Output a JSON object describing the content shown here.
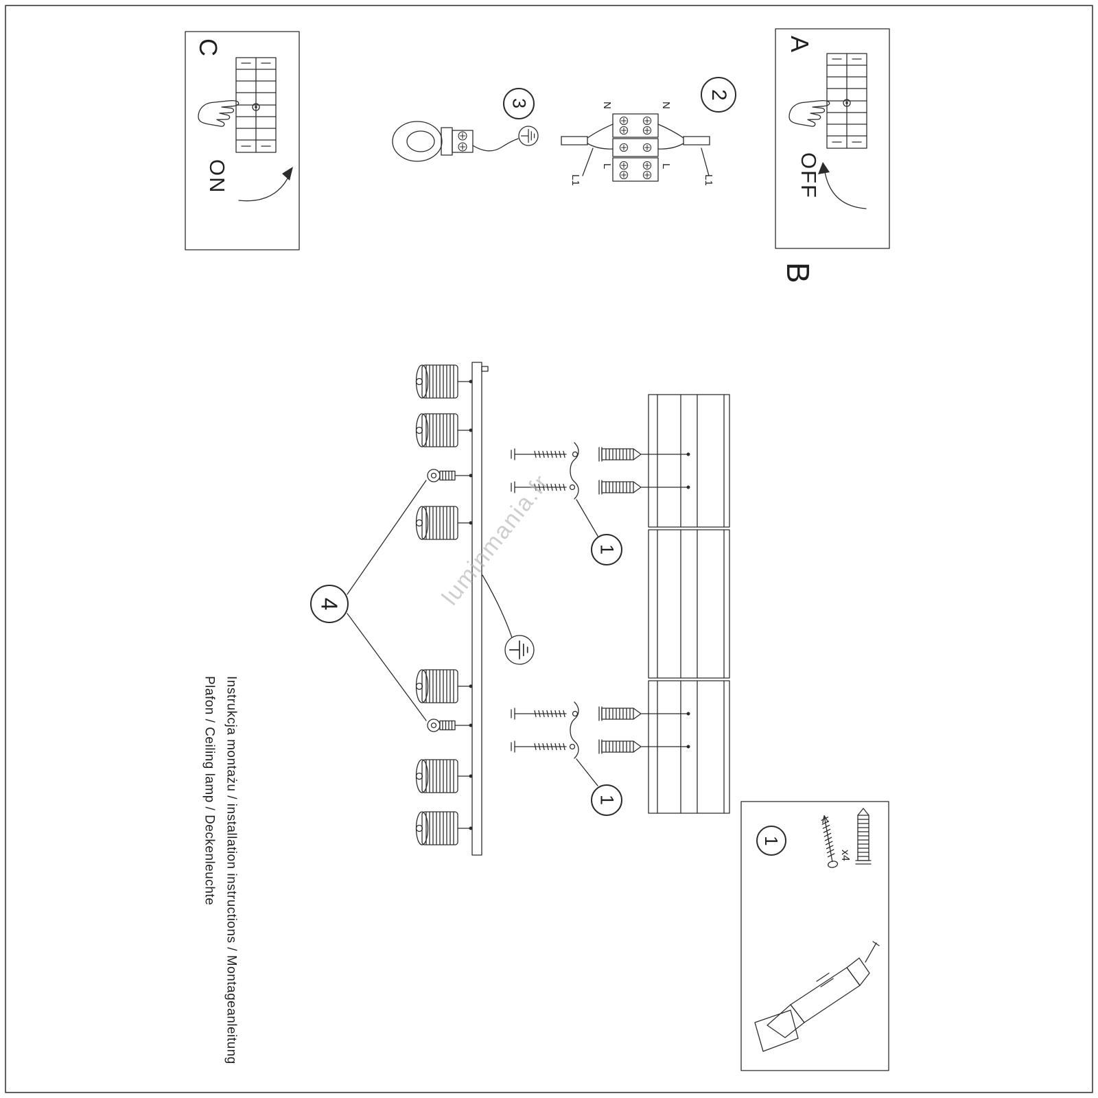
{
  "page": {
    "watermark": "luminmania.fr",
    "footer_line1": "Instrukcja montażu / installation instructions / Montageanleitung",
    "footer_line2": "Plafon / Ceiling lamp / Deckenleuchte"
  },
  "panel_c": {
    "label": "C",
    "switch_state": "ON"
  },
  "panel_a": {
    "label": "A",
    "switch_state": "OFF"
  },
  "section_b": {
    "label": "B"
  },
  "steps": {
    "one": "1",
    "two": "2",
    "three": "3",
    "four": "4"
  },
  "wiring_labels": {
    "n_left": "N",
    "n_right": "N",
    "l_left": "L",
    "l_right": "L",
    "l1_left": "L1",
    "l1_right": "L1"
  },
  "hardware_box": {
    "step": "1",
    "quantity": "x4"
  },
  "colors": {
    "line": "#2b2b2b",
    "watermark": "#b5b5b5",
    "background": "#ffffff"
  }
}
